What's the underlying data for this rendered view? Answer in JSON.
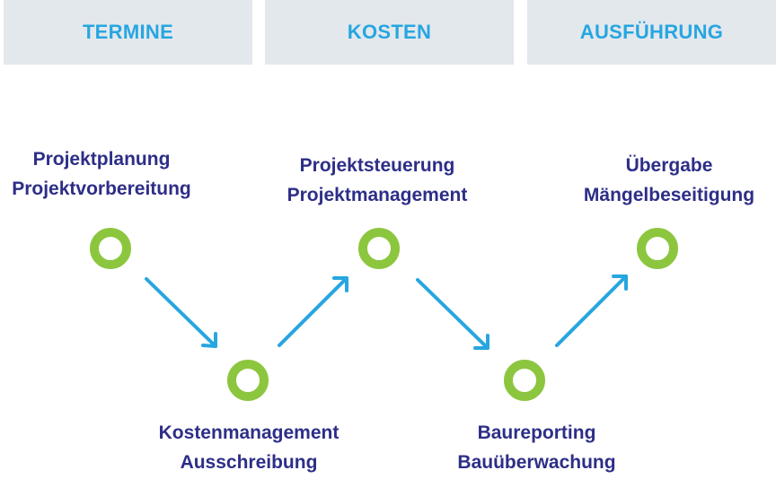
{
  "tabs": [
    {
      "label": "TERMINE"
    },
    {
      "label": "KOSTEN"
    },
    {
      "label": "AUSFÜHRUNG"
    }
  ],
  "steps": [
    {
      "line1": "Projektplanung",
      "line2": "Projektvorbereitung"
    },
    {
      "line1": "Kostenmanagement",
      "line2": "Ausschreibung"
    },
    {
      "line1": "Projektsteuerung",
      "line2": "Projektmanagement"
    },
    {
      "line1": "Baureporting",
      "line2": "Bauüberwachung"
    },
    {
      "line1": "Übergabe",
      "line2": "Mängelbeseitigung"
    }
  ],
  "colors": {
    "tab_background": "#e3e8ed",
    "tab_text": "#27a6e0",
    "label_text": "#2d2e87",
    "node_ring": "#8cc63f",
    "arrow": "#27a6e0"
  },
  "icons": {
    "node": "ring-node-icon",
    "arrow": "arrow-icon"
  }
}
